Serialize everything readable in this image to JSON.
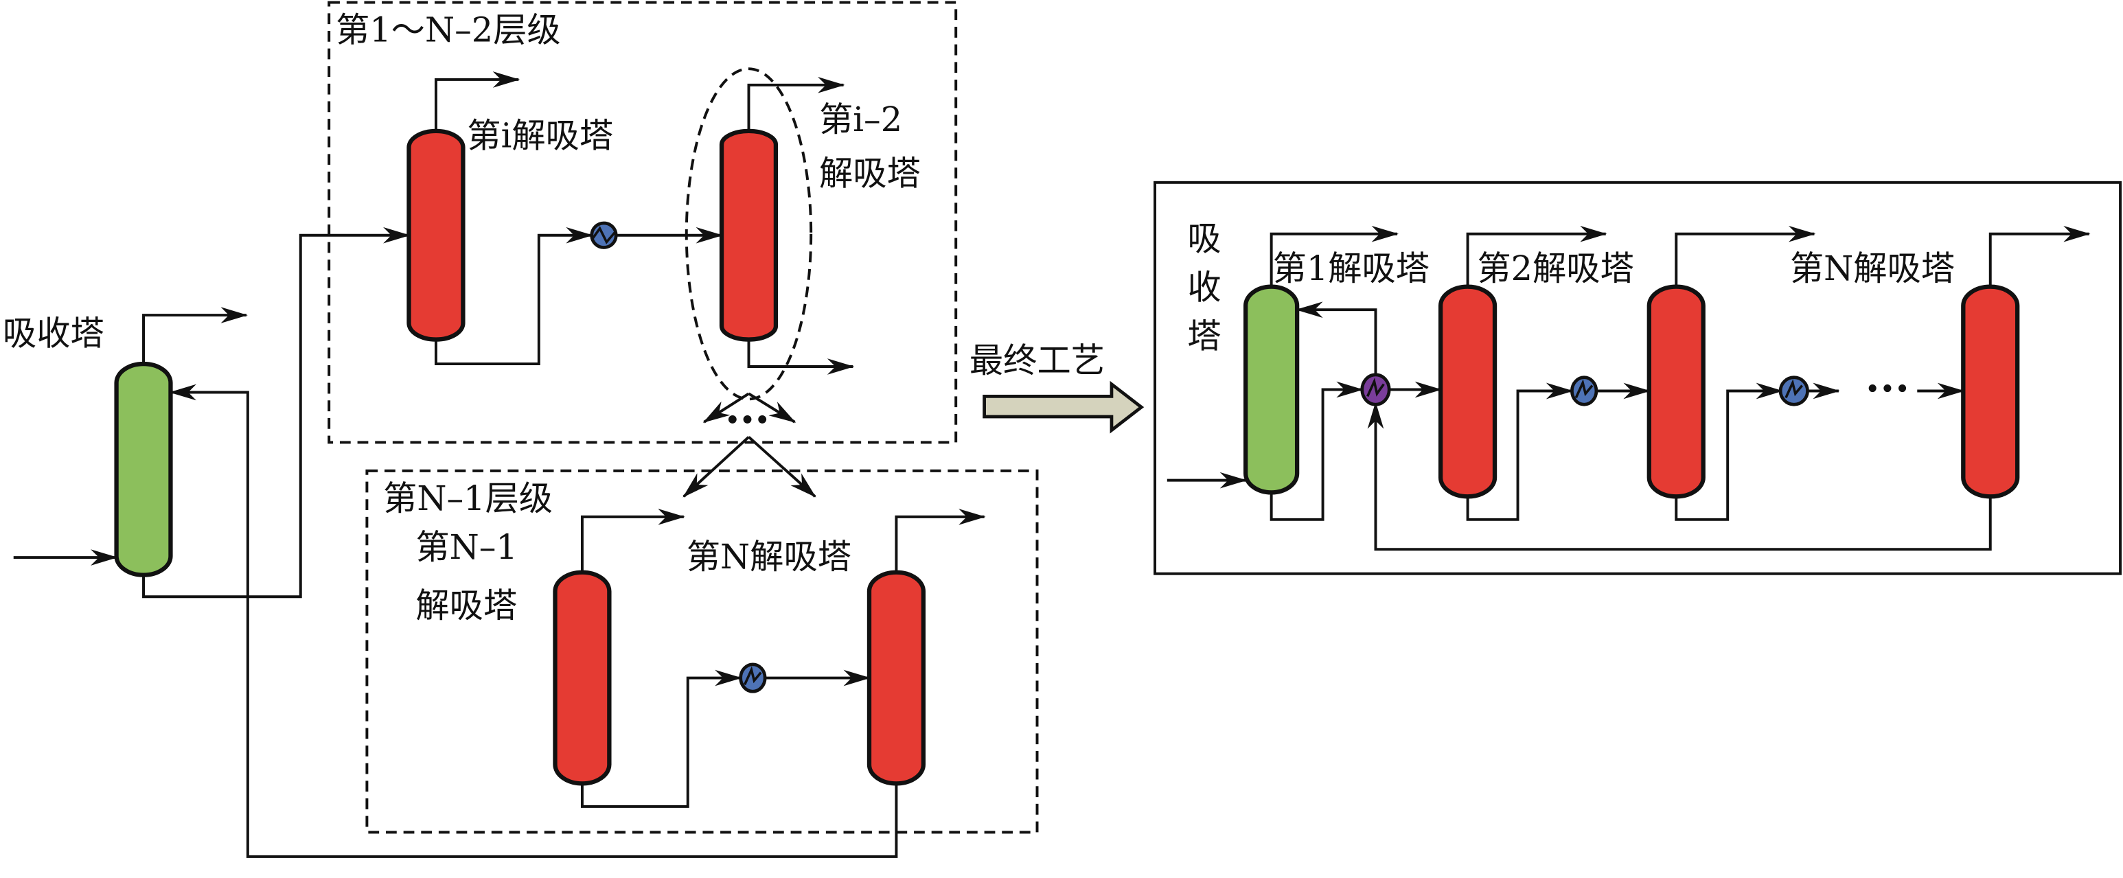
{
  "colors": {
    "absorber": "#8cbf5c",
    "stripper": "#e53b33",
    "heat_exchanger": "#4e73b6",
    "mixer_heat_exchanger": "#7a3d9a",
    "process_arrow": "#d5d3bd",
    "line": "#111111"
  },
  "left": {
    "absorber_label": "吸收塔",
    "group1": {
      "title": "第1～N–2层级",
      "stripper_i_label": "第i解吸塔",
      "stripper_i2_label_line1": "第i–2",
      "stripper_i2_label_line2": "解吸塔",
      "ellipsis": "…"
    },
    "group2": {
      "title": "第N–1层级",
      "stripper_n1_label_line1": "第N–1",
      "stripper_n1_label_line2": "解吸塔",
      "stripper_n_label": "第N解吸塔"
    }
  },
  "transition": {
    "label": "最终工艺"
  },
  "final_process": {
    "absorber_label_chars": [
      "吸",
      "收",
      "塔"
    ],
    "stripper_1_label": "第1解吸塔",
    "stripper_2_label": "第2解吸塔",
    "stripper_n_label": "第N解吸塔",
    "ellipsis": "…"
  }
}
